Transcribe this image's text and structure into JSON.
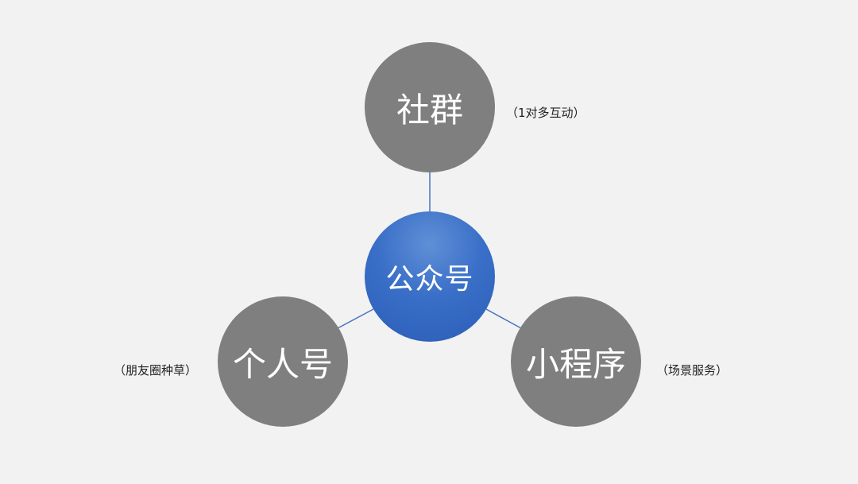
{
  "diagram": {
    "center": {
      "label": "公众号"
    },
    "nodes": [
      {
        "id": "top",
        "label": "社群",
        "note": "（1对多互动）"
      },
      {
        "id": "left",
        "label": "个人号",
        "note": "（朋友圈种草）"
      },
      {
        "id": "right",
        "label": "小程序",
        "note": "（场景服务）"
      }
    ]
  },
  "colors": {
    "background": "#f2f2f2",
    "node_gray": "#7f7f7f",
    "center_blue": "#3a6fc8",
    "connector": "#4472c4"
  }
}
